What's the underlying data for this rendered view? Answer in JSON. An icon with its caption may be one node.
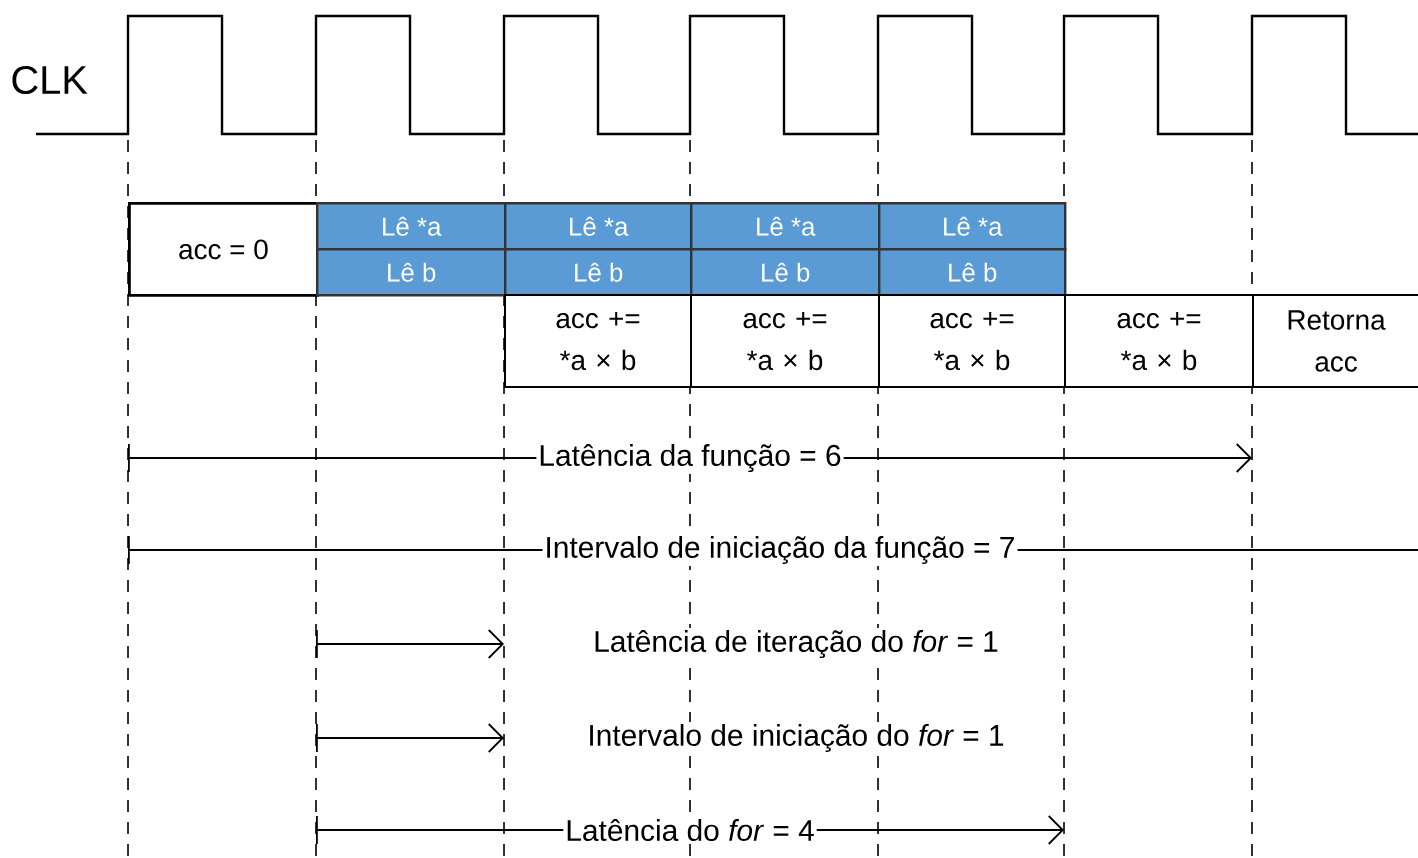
{
  "diagram": {
    "nodes": [
      {
        "text": [
          "acc = 0"
        ]
      },
      {
        "text": [
          "Lê *a"
        ]
      },
      {
        "text": [
          "Lê *a"
        ]
      },
      {
        "text": [
          "Lê *a"
        ]
      },
      {
        "text": [
          "Lê *a"
        ]
      },
      {
        "text": [
          "Lê b"
        ]
      },
      {
        "text": [
          "Lê b"
        ]
      },
      {
        "text": [
          "Lê b"
        ]
      },
      {
        "text": [
          "Lê b"
        ]
      },
      {
        "text": [
          "acc += *a × b"
        ]
      },
      {
        "text": [
          "acc += *a × b"
        ]
      },
      {
        "text": [
          "acc += *a × b"
        ]
      },
      {
        "text": [
          "acc += *a × b"
        ]
      },
      {
        "text": [
          "Retorna acc"
        ]
      }
    ],
    "labels": [
      "CLK",
      "Latência da função = 6",
      "Intervalo de iniciação da função = 7",
      "Latência de iteração do *for* = 1",
      "Intervalo de iniciação do *for* = 1",
      "Latência do *for* = 4"
    ]
  }
}
